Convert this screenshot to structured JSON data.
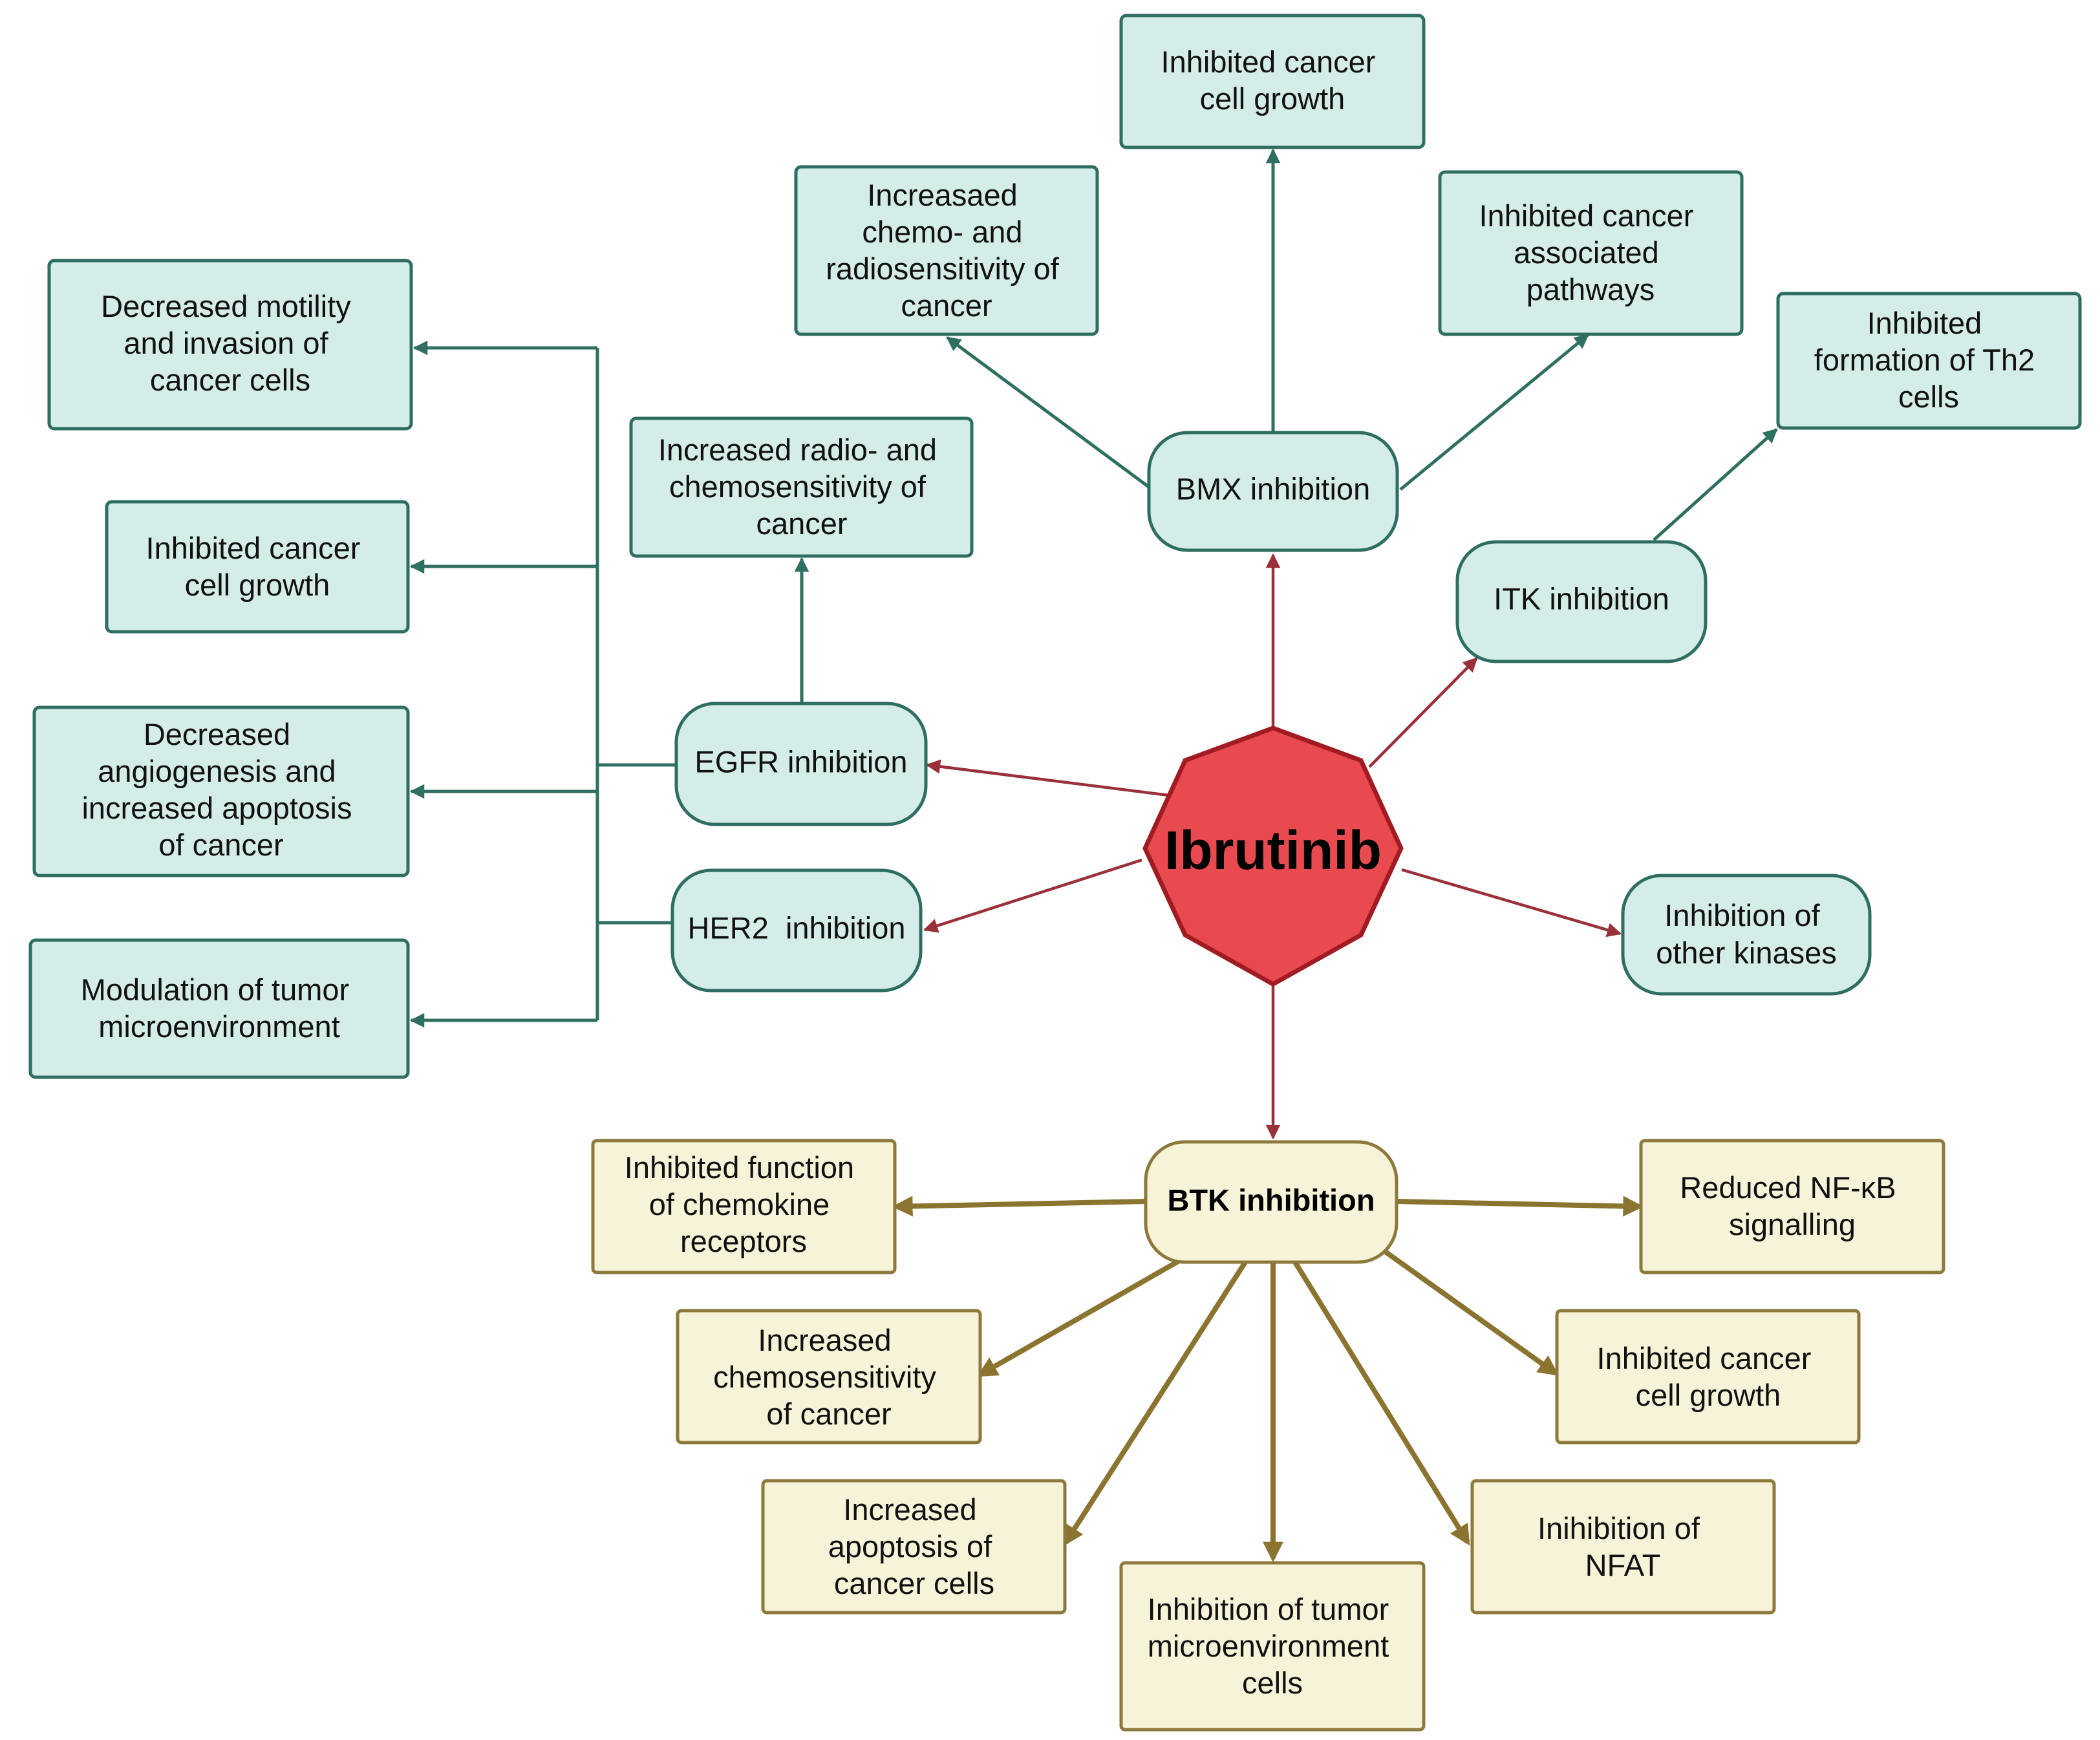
{
  "hub": {
    "label": "Ibrutinib"
  },
  "kinases": {
    "bmx": "BMX inhibition",
    "itk": "ITK inhibition",
    "egfr": "EGFR inhibition",
    "her2": "HER2  inhibition",
    "other": [
      "Inhibition of",
      "other kinases"
    ],
    "btk": "BTK inhibition"
  },
  "bmx_effects": {
    "growth": [
      "Inhibited cancer",
      "cell growth"
    ],
    "sensitivity": [
      "Increasaed",
      "chemo- and",
      "radiosensitivity of",
      "cancer"
    ],
    "pathways": [
      "Inhibited cancer",
      "associated",
      "pathways"
    ]
  },
  "itk_effects": {
    "th2": [
      "Inhibited",
      "formation of Th2",
      "cells"
    ]
  },
  "egfr_effects": {
    "sensitivity": [
      "Increased radio- and",
      "chemosensitivity of",
      "cancer"
    ]
  },
  "egfr_her2_shared_effects": {
    "motility": [
      "Decreased motility",
      "and invasion of",
      "cancer cells"
    ],
    "growth": [
      "Inhibited cancer",
      "cell growth"
    ],
    "angiogenesis": [
      "Decreased",
      "angiogenesis and",
      "increased apoptosis",
      "of cancer"
    ],
    "microenvironment": [
      "Modulation of tumor",
      "microenvironment"
    ]
  },
  "btk_effects": {
    "chemokine": [
      "Inhibited function",
      "of chemokine",
      "receptors"
    ],
    "nfkb": [
      "Reduced NF-κB",
      "signalling"
    ],
    "chemosensitivity": [
      "Increased",
      "chemosensitivity",
      "of cancer"
    ],
    "growth": [
      "Inhibited cancer",
      "cell growth"
    ],
    "apoptosis": [
      "Increased",
      "apoptosis of",
      "cancer cells"
    ],
    "nfat": [
      "Inihibition of",
      "NFAT"
    ],
    "tme": [
      "Inhibition of tumor",
      "microenvironment",
      "cells"
    ]
  },
  "colors": {
    "teal_fill": "#d5ede8",
    "teal_stroke": "#2e6e62",
    "yellow_fill": "#f7f3d8",
    "yellow_stroke": "#8c7a3c",
    "hub_fill": "#e84a4f",
    "hub_stroke": "#a01c22",
    "red_arrow": "#9a3039",
    "teal_arrow": "#2f6f61",
    "gold_arrow": "#8a7430"
  }
}
